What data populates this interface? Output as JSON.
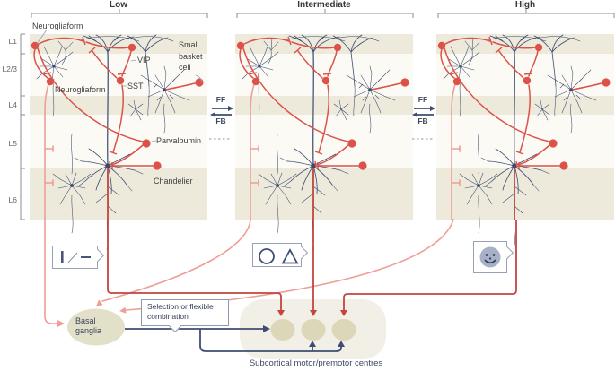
{
  "figure": {
    "title_semantics": "cortical interneuron circuits across low, intermediate and high areas",
    "headers": [
      "Low",
      "Intermediate",
      "High"
    ],
    "layer_labels": [
      "L1",
      "L2/3",
      "L4",
      "L5",
      "L6"
    ],
    "cell_labels": {
      "ngf_top": "Neurogliaform",
      "ngf_l23": "Neurogliaform",
      "vip": "VIP",
      "sst": "SST",
      "small_basket": "Small basket cell",
      "parvalbumin": "Parvalbumin",
      "chandelier": "Chandelier"
    },
    "pathway": {
      "ff": "FF",
      "fb": "FB"
    },
    "icons": [
      {
        "name": "oriented-lines-icon"
      },
      {
        "name": "circle-triangle-icon"
      },
      {
        "name": "smiley-face-icon"
      }
    ],
    "bottom": {
      "basal_ganglia": "Basal ganglia",
      "selection": "Selection or flexible combination",
      "subcortical": "Subcortical motor/premotor centres"
    },
    "colors": {
      "interneuron_red": "#dc5148",
      "output_red": "#c2453e",
      "salmon": "#ee9e97",
      "neuron_navy": "#3a4a6e",
      "arrow_navy": "#3d4e70",
      "band_beige": "#edeadc",
      "band_light": "#fbfaf5",
      "basal_ganglia_fill": "#e3e0c9",
      "subcortical_fill": "#f1efe6",
      "node_fill": "#dbd7b8",
      "smiley_fill": "#a7b0c5"
    }
  }
}
